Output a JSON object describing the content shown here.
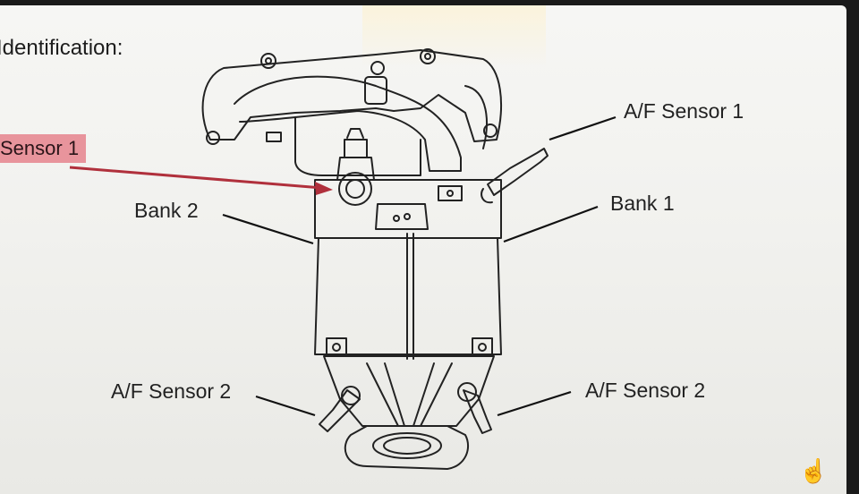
{
  "heading": "Identification:",
  "highlight_label": "Sensor 1",
  "labels": {
    "af_sensor_1": "A/F Sensor 1",
    "bank_1": "Bank 1",
    "bank_2": "Bank 2",
    "af_sensor_2_left": "A/F Sensor 2",
    "af_sensor_2_right": "A/F Sensor 2"
  },
  "colors": {
    "highlight": "#e8949c",
    "arrow": "#b0303c",
    "ink": "#222222"
  },
  "icons": {
    "cursor": "hand-pointer-icon"
  }
}
